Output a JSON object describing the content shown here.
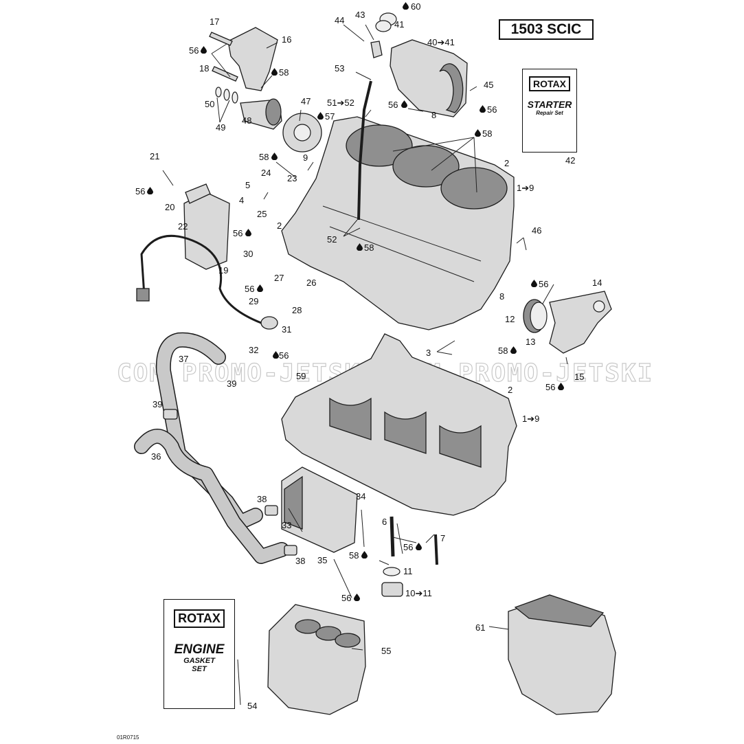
{
  "engine_badge": "1503 SCIC",
  "watermark": "COM PROMO-JETSKI.COM PROMO-JETSKI",
  "reference_code": "01R0715",
  "starter_booklet": {
    "brand": "ROTAX",
    "title": "STARTER",
    "subtitle": "Repair Set"
  },
  "gasket_booklet": {
    "brand": "ROTAX",
    "title": "ENGINE",
    "line2": "GASKET",
    "line3": "SET"
  },
  "callouts": [
    "17",
    "16",
    "56",
    "18",
    "58",
    "50",
    "49",
    "48",
    "47",
    "57",
    "9",
    "44",
    "43",
    "60",
    "41",
    "40➔41",
    "53",
    "51➔52",
    "45",
    "56",
    "8",
    "56",
    "58",
    "2",
    "1➔9",
    "58",
    "21",
    "56",
    "20",
    "22",
    "24",
    "23",
    "5",
    "4",
    "25",
    "2",
    "56",
    "30",
    "19",
    "52",
    "58",
    "46",
    "27",
    "26",
    "56",
    "29",
    "28",
    "31",
    "14",
    "56",
    "8",
    "12",
    "13",
    "58",
    "3",
    "32",
    "56",
    "37",
    "39",
    "15",
    "56",
    "59",
    "2",
    "1➔9",
    "39",
    "36",
    "34",
    "38",
    "33",
    "6",
    "7",
    "56",
    "58",
    "11",
    "38",
    "35",
    "56",
    "10➔11",
    "61",
    "55",
    "54",
    "42"
  ],
  "fluid_icon": "drop-icon",
  "colors": {
    "ink": "#111111",
    "part_fill": "#d9d9d9",
    "watermark": "#c8c8c8"
  }
}
